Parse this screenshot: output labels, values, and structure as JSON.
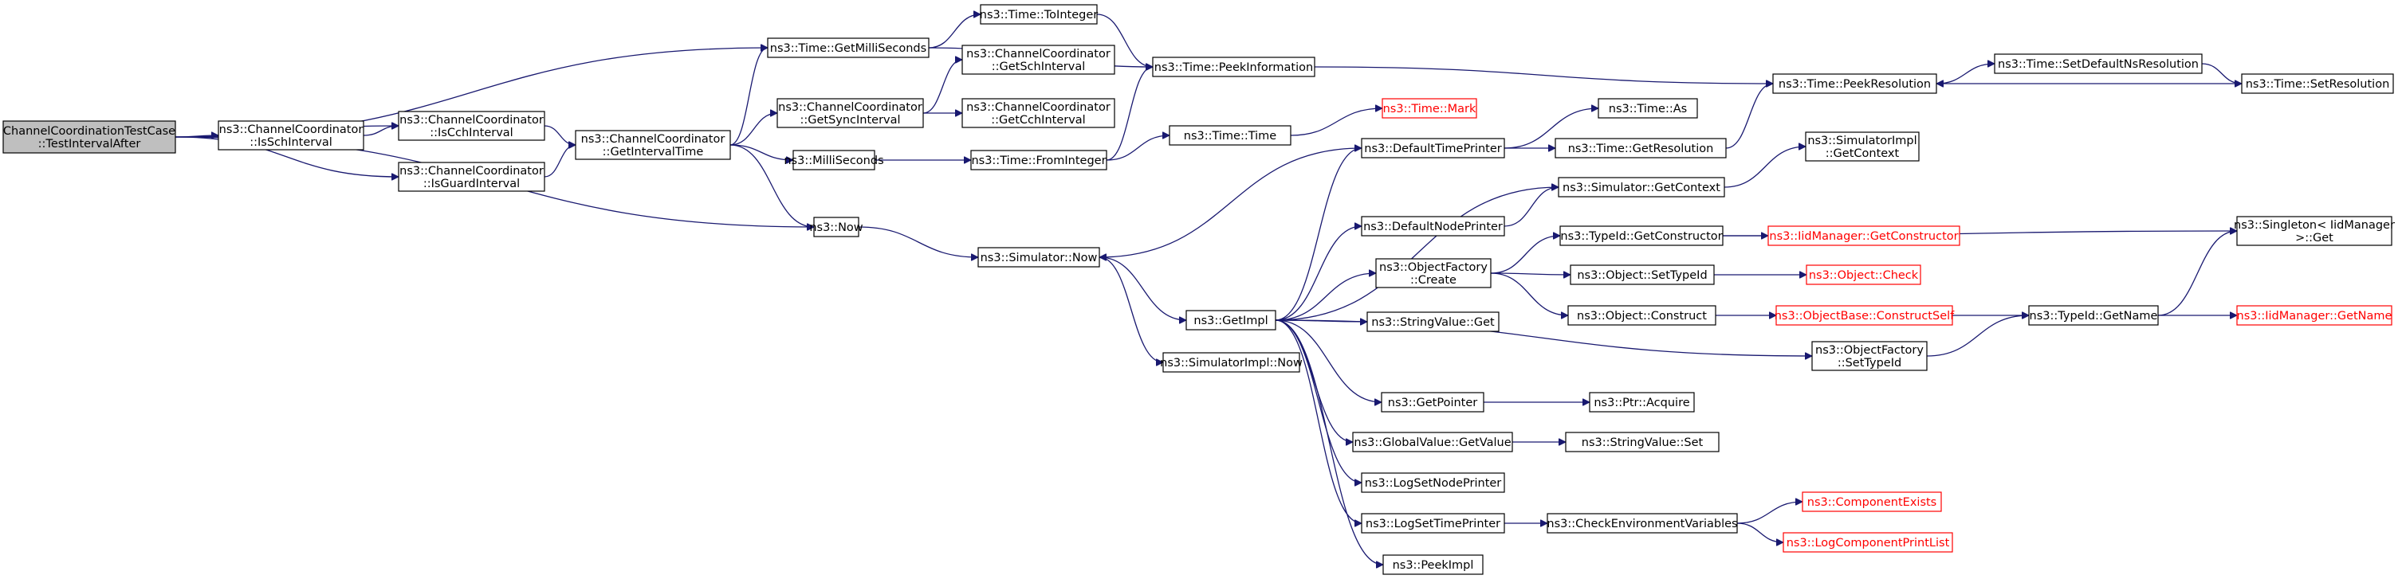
{
  "colors": {
    "edge": "#191970",
    "box_border": "#000000",
    "root_fill": "#bfbfbf",
    "external_border": "#ff0000",
    "external_text": "#ff0000"
  },
  "nodes": {
    "root": [
      "ChannelCoordinationTestCase",
      "::TestIntervalAfter"
    ],
    "is_sch_interval": [
      "ns3::ChannelCoordinator",
      "::IsSchInterval"
    ],
    "is_cch_interval": [
      "ns3::ChannelCoordinator",
      "::IsCchInterval"
    ],
    "is_guard_interval": [
      "ns3::ChannelCoordinator",
      "::IsGuardInterval"
    ],
    "get_interval_time": [
      "ns3::ChannelCoordinator",
      "::GetIntervalTime"
    ],
    "get_milliseconds": [
      "ns3::Time::GetMilliSeconds"
    ],
    "get_sync_interval": [
      "ns3::ChannelCoordinator",
      "::GetSyncInterval"
    ],
    "milliseconds": [
      "ns3::MilliSeconds"
    ],
    "now": [
      "ns3::Now"
    ],
    "to_integer": [
      "ns3::Time::ToInteger"
    ],
    "get_sch_interval": [
      "ns3::ChannelCoordinator",
      "::GetSchInterval"
    ],
    "get_cch_interval": [
      "ns3::ChannelCoordinator",
      "::GetCchInterval"
    ],
    "from_integer": [
      "ns3::Time::FromInteger"
    ],
    "simulator_now": [
      "ns3::Simulator::Now"
    ],
    "peek_information": [
      "ns3::Time::PeekInformation"
    ],
    "time_mark": [
      "ns3::Time::Mark"
    ],
    "time_time": [
      "ns3::Time::Time"
    ],
    "get_impl": [
      "ns3::GetImpl"
    ],
    "simulatorimpl_now": [
      "ns3::SimulatorImpl::Now"
    ],
    "default_time_printer": [
      "ns3::DefaultTimePrinter"
    ],
    "default_node_printer": [
      "ns3::DefaultNodePrinter"
    ],
    "object_factory_create": [
      "ns3::ObjectFactory",
      "::Create"
    ],
    "stringvalue_get": [
      "ns3::StringValue::Get"
    ],
    "get_pointer": [
      "ns3::GetPointer"
    ],
    "globalvalue_getvalue": [
      "ns3::GlobalValue::GetValue"
    ],
    "log_set_node_printer": [
      "ns3::LogSetNodePrinter"
    ],
    "log_set_time_printer": [
      "ns3::LogSetTimePrinter"
    ],
    "peek_impl": [
      "ns3::PeekImpl"
    ],
    "time_as": [
      "ns3::Time::As"
    ],
    "time_get_resolution": [
      "ns3::Time::GetResolution"
    ],
    "simulator_get_context": [
      "ns3::Simulator::GetContext"
    ],
    "typeid_get_constructor": [
      "ns3::TypeId::GetConstructor"
    ],
    "object_set_type_id": [
      "ns3::Object::SetTypeId"
    ],
    "object_construct": [
      "ns3::Object::Construct"
    ],
    "objectfactory_settypeid": [
      "ns3::ObjectFactory",
      "::SetTypeId"
    ],
    "ptr_acquire": [
      "ns3::Ptr::Acquire"
    ],
    "stringvalue_set": [
      "ns3::StringValue::Set"
    ],
    "check_env_vars": [
      "ns3::CheckEnvironmentVariables"
    ],
    "peek_resolution": [
      "ns3::Time::PeekResolution"
    ],
    "simulatorimpl_get_context": [
      "ns3::SimulatorImpl",
      "::GetContext"
    ],
    "iid_get_constructor": [
      "ns3::IidManager::GetConstructor"
    ],
    "object_check": [
      "ns3::Object::Check"
    ],
    "objectbase_construct_self": [
      "ns3::ObjectBase::ConstructSelf"
    ],
    "typeid_get_name": [
      "ns3::TypeId::GetName"
    ],
    "component_exists": [
      "ns3::ComponentExists"
    ],
    "log_component_print_list": [
      "ns3::LogComponentPrintList"
    ],
    "set_default_ns_resolution": [
      "ns3::Time::SetDefaultNsResolution"
    ],
    "set_resolution": [
      "ns3::Time::SetResolution"
    ],
    "singleton_get": [
      "ns3::Singleton< IidManager",
      " >::Get"
    ],
    "iid_get_name": [
      "ns3::IidManager::GetName"
    ]
  }
}
